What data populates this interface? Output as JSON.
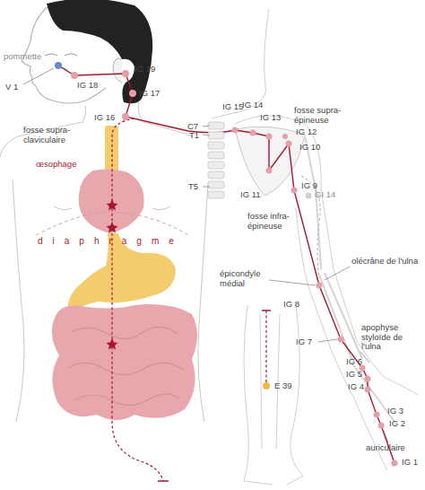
{
  "diagram": {
    "labels": [
      "pommette",
      "V 1",
      "IG 18",
      "IG 19",
      "IG 17",
      "IG 16",
      "fosse supra-claviculaire",
      "œsophage",
      "diaphragme",
      "IG 15",
      "IG 14",
      "fosse supra-épineuse",
      "IG 13",
      "C7",
      "T1",
      "IG 12",
      "IG 10",
      "T5",
      "IG 11",
      "IG 9",
      "GI 14",
      "fosse infra-épineuse",
      "olécrâne de l'ulna",
      "épicondyle médial",
      "IG 8",
      "IG 7",
      "apophyse styloïde de l'ulna",
      "IG 6",
      "IG 5",
      "IG 4",
      "IG 3",
      "IG 2",
      "auriculaire",
      "IG 1",
      "E 39"
    ]
  }
}
